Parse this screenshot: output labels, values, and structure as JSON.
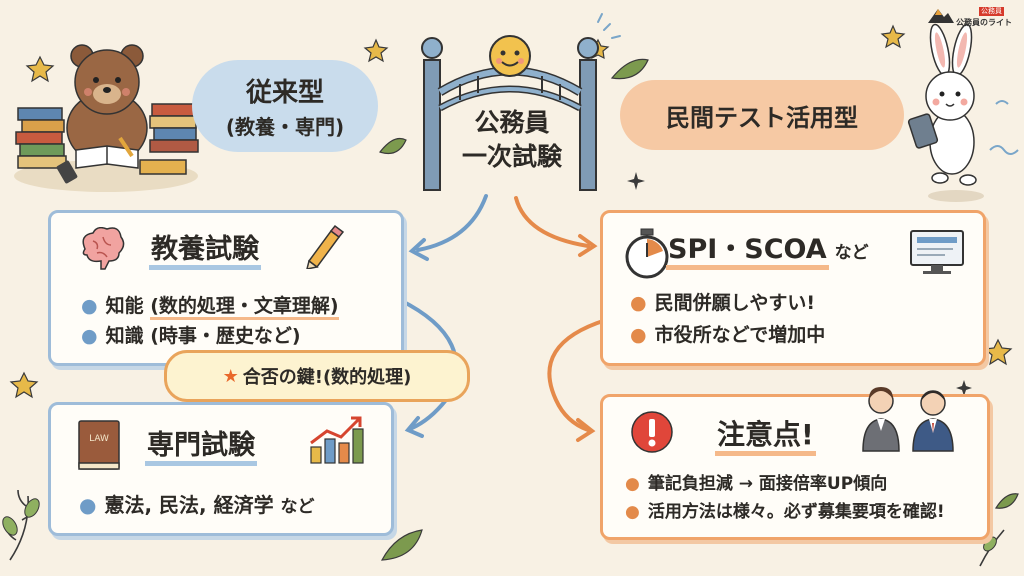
{
  "logo": {
    "badge": "公務員",
    "text": "公務員のライト"
  },
  "gate": {
    "title_line1": "公務員",
    "title_line2": "一次試験"
  },
  "traditional": {
    "title": "従来型",
    "subtitle": "(教養・専門)"
  },
  "private_test": {
    "title": "民間テスト活用型"
  },
  "kyoyo": {
    "title": "教養試験",
    "bullet1_label": "知能",
    "bullet1_detail": "(数的処理・文章理解)",
    "bullet2_label": "知識",
    "bullet2_detail": "(時事・歴史など)"
  },
  "callout": {
    "text": "合否の鍵!(数的処理)"
  },
  "senmon": {
    "title": "専門試験",
    "bullet1_main": "憲法, 民法, 経済学",
    "bullet1_suffix": "など",
    "book_label": "LAW"
  },
  "spi": {
    "title": "SPI・SCOA",
    "title_suffix": "など",
    "bullet1": "民間併願しやすい!",
    "bullet2": "市役所などで増加中"
  },
  "caution": {
    "title": "注意点!",
    "bullet1": "筆記負担減 → 面接倍率UP傾向",
    "bullet2": "活用方法は様々。必ず募集要項を確認!"
  },
  "colors": {
    "background": "#f8f1e4",
    "blue_accent": "#9ebcd9",
    "orange_accent": "#f0a46a",
    "alert_red": "#e0463a"
  }
}
